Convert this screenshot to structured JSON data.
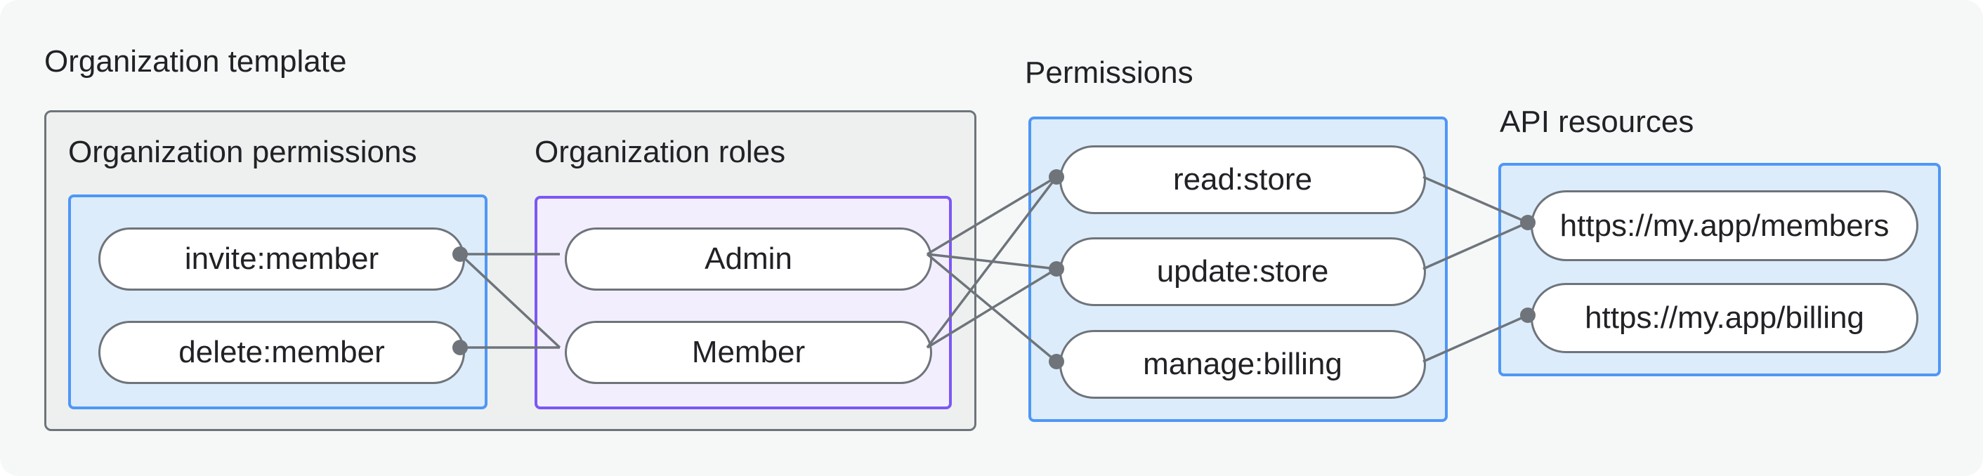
{
  "title": "Organization template",
  "org_permissions": {
    "label": "Organization permissions",
    "nodes": [
      "invite:member",
      "delete:member"
    ]
  },
  "org_roles": {
    "label": "Organization roles",
    "nodes": [
      "Admin",
      "Member"
    ]
  },
  "permissions": {
    "label": "Permissions",
    "nodes": [
      "read:store",
      "update:store",
      "manage:billing"
    ]
  },
  "api_resources": {
    "label": "API resources",
    "nodes": [
      "https://my.app/members",
      "https://my.app/billing"
    ]
  },
  "connections": [
    {
      "from": "invite:member",
      "to": "Admin"
    },
    {
      "from": "invite:member",
      "to": "Member"
    },
    {
      "from": "delete:member",
      "to": "Member"
    },
    {
      "from": "Admin",
      "to": "read:store"
    },
    {
      "from": "Admin",
      "to": "update:store"
    },
    {
      "from": "Admin",
      "to": "manage:billing"
    },
    {
      "from": "Member",
      "to": "read:store"
    },
    {
      "from": "Member",
      "to": "update:store"
    },
    {
      "from": "read:store",
      "to": "https://my.app/members"
    },
    {
      "from": "update:store",
      "to": "https://my.app/members"
    },
    {
      "from": "manage:billing",
      "to": "https://my.app/billing"
    }
  ],
  "colors": {
    "background": "#f6f8f8",
    "container_fill": "#eef0ef",
    "blue_border": "#4e97f6",
    "blue_fill": "#dcecfb",
    "purple_border": "#7c57f6",
    "purple_fill": "#f3eefe",
    "line_gray": "#6e747a",
    "text": "#212126"
  }
}
